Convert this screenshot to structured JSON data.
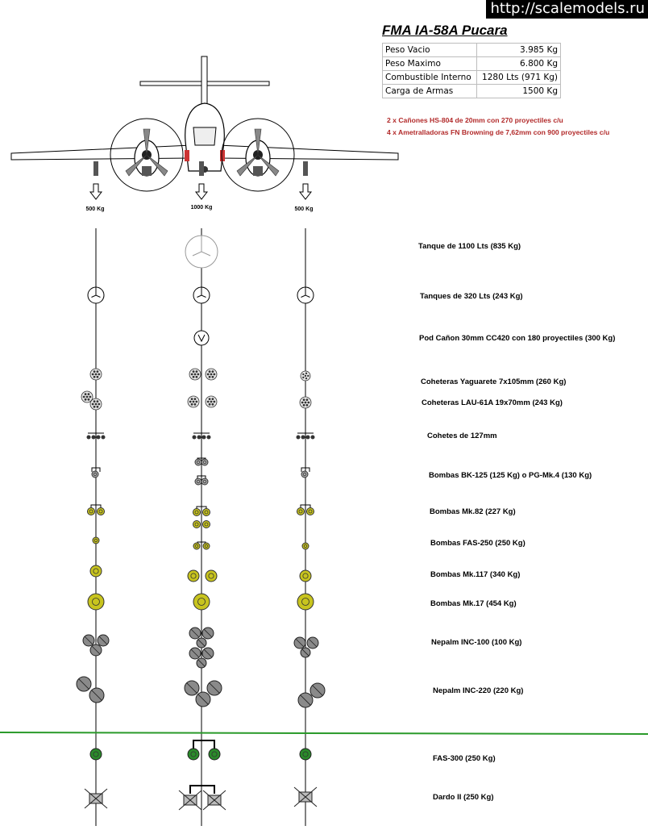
{
  "watermark": "http://scalemodels.ru",
  "title": "FMA IA-58A Pucara",
  "specs": [
    {
      "label": "Peso Vacio",
      "value": "3.985 Kg"
    },
    {
      "label": "Peso Maximo",
      "value": "6.800 Kg"
    },
    {
      "label": "Combustible Interno",
      "value": "1280 Lts (971 Kg)"
    },
    {
      "label": "Carga de Armas",
      "value": "1500 Kg"
    }
  ],
  "armament_notes": [
    "2 x Cañones HS-804 de 20mm con 270 proyectiles c/u",
    "4 x Ametralladoras FN Browning de 7,62mm con 900 proyectiles c/u"
  ],
  "stations": [
    {
      "id": "left-wing",
      "capacity": "500 Kg"
    },
    {
      "id": "fuselage",
      "capacity": "1000 Kg"
    },
    {
      "id": "right-wing",
      "capacity": "500 Kg"
    }
  ],
  "stores": [
    "Tanque de 1100 Lts (835 Kg)",
    "Tanques de 320 Lts (243 Kg)",
    "Pod Cañon 30mm CC420 con 180 proyectiles (300 Kg)",
    "Coheteras Yaguarete 7x105mm (260 Kg)",
    "Coheteras LAU-61A 19x70mm (243 Kg)",
    "Cohetes de 127mm",
    "Bombas BK-125 (125 Kg) o PG-Mk.4 (130 Kg)",
    "Bombas Mk.82 (227 Kg)",
    "Bombas FAS-250 (250 Kg)",
    "Bombas Mk.117 (340 Kg)",
    "Bombas Mk.17 (454 Kg)",
    "Nepalm INC-100 (100 Kg)",
    "Nepalm INC-220 (220 Kg)",
    "FAS-300 (250 Kg)",
    "Dardo II (250 Kg)"
  ],
  "colors": {
    "notes": "#b22a2a",
    "olive_bomb": "#c8c41e",
    "fas300": "#2a8a2a",
    "divider": "#2a9a2a",
    "napalm": "#8a8a8a"
  }
}
